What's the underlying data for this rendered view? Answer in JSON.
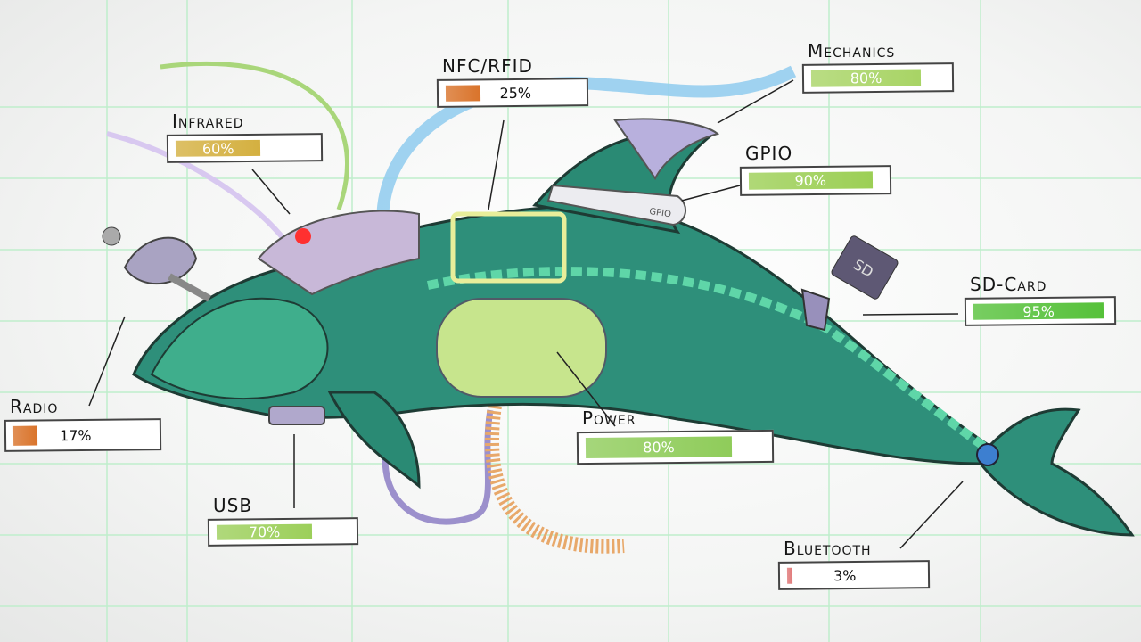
{
  "labels": [
    {
      "id": "mechanics",
      "title": "Mechanics",
      "value": 80,
      "value_text": "80%",
      "color": "#a8d465"
    },
    {
      "id": "nfc-rfid",
      "title": "NFC/RFID",
      "value": 25,
      "value_text": "25%",
      "color": "#d9732a"
    },
    {
      "id": "infrared",
      "title": "Infrared",
      "value": 60,
      "value_text": "60%",
      "color": "#d4b040"
    },
    {
      "id": "gpio",
      "title": "GPIO",
      "value": 90,
      "value_text": "90%",
      "color": "#9ccf55"
    },
    {
      "id": "sd-card",
      "title": "SD-Card",
      "value": 95,
      "value_text": "95%",
      "color": "#56c13a"
    },
    {
      "id": "radio",
      "title": "Radio",
      "value": 17,
      "value_text": "17%",
      "color": "#d9732a"
    },
    {
      "id": "power",
      "title": "Power",
      "value": 80,
      "value_text": "80%",
      "color": "#8fcc5a"
    },
    {
      "id": "usb",
      "title": "USB",
      "value": 70,
      "value_text": "70%",
      "color": "#9ccf5a"
    },
    {
      "id": "bluetooth",
      "title": "Bluetooth",
      "value": 3,
      "value_text": "3%",
      "color": "#e07878"
    }
  ],
  "sd_card_text": "SD",
  "gpio_text": "GPIO"
}
